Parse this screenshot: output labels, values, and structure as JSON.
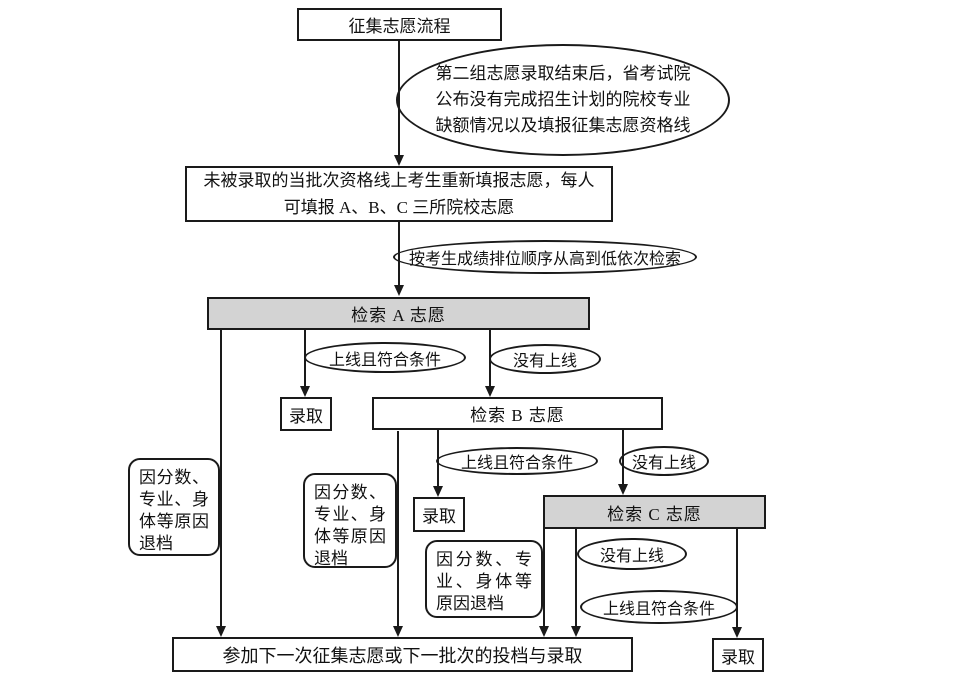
{
  "nodes": {
    "title": {
      "label": "征集志愿流程"
    },
    "announce": {
      "lines": [
        "第二组志愿录取结束后，省考试院",
        "公布没有完成招生计划的院校专业",
        "缺额情况以及填报征集志愿资格线"
      ]
    },
    "refill": {
      "lines": [
        "未被录取的当批次资格线上考生重新填报志愿，每人",
        "可填报 A、B、C 三所院校志愿"
      ]
    },
    "sort": {
      "label": "按考生成绩排位顺序从高到低依次检索"
    },
    "search_a": {
      "label": "检索 A 志愿"
    },
    "search_b": {
      "label": "检索 B 志愿"
    },
    "search_c": {
      "label": "检索 C 志愿"
    },
    "admit": {
      "label": "录取"
    },
    "cond_yes": {
      "label": "上线且符合条件"
    },
    "cond_no": {
      "label": "没有上线"
    },
    "withdraw4": {
      "lines": [
        "因分数、",
        "专业、身",
        "体等原因",
        "退档"
      ]
    },
    "withdraw3": {
      "lines": [
        "因分数、专",
        "业、身体等",
        "原因退档"
      ]
    },
    "fallback": {
      "label": "参加下一次征集志愿或下一批次的投档与录取"
    }
  },
  "colors": {
    "bar_fill": "#d3d3d3",
    "line": "#1a1a1a",
    "background": "#ffffff"
  }
}
